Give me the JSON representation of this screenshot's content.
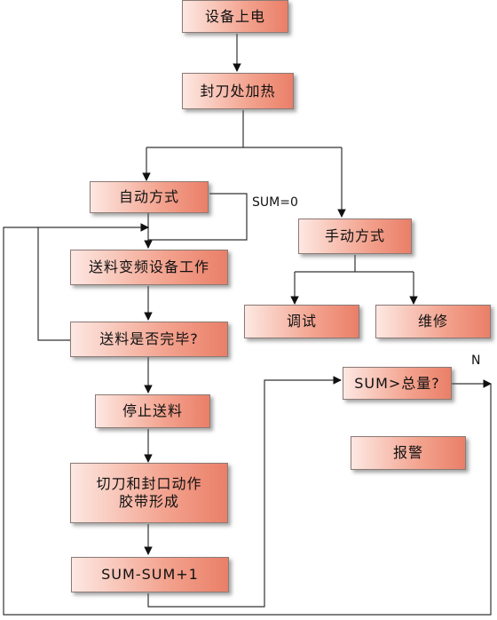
{
  "nodes": {
    "power_on": "设备上电",
    "heat_sealer": "封刀处加热",
    "auto_mode": "自动方式",
    "manual_mode": "手动方式",
    "feed_vfd": "送料变频设备工作",
    "debug": "调试",
    "maintain": "维修",
    "feed_done": "送料是否完毕?",
    "sum_check": "SUM>总量?",
    "stop_feed": "停止送料",
    "alarm": "报警",
    "cut_seal": "切刀和封口动作\n胶带形成",
    "sum_inc": "SUM-SUM+1"
  },
  "labels": {
    "sum_init": "SUM=0",
    "no": "N"
  }
}
